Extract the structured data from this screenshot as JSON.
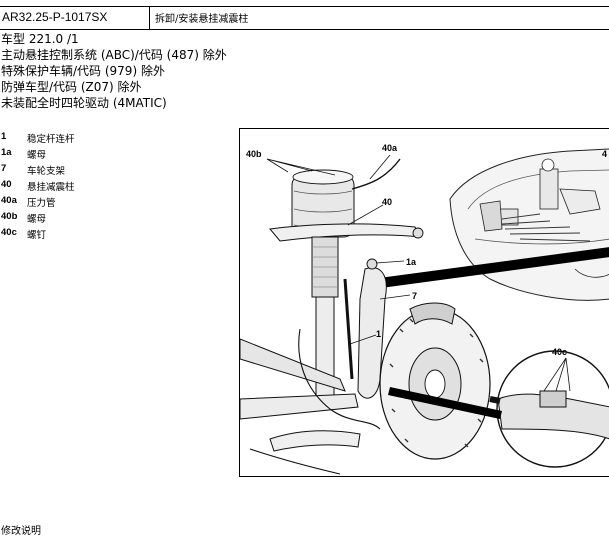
{
  "header": {
    "doc_code": "AR32.25-P-1017SX",
    "title": "拆卸/安装悬挂减震柱"
  },
  "applicability": [
    "车型  221.0 /1",
    "主动悬挂控制系统 (ABC)/代码 (487) 除外",
    "特殊保护车辆/代码 (979) 除外",
    "防弹车型/代码 (Z07) 除外",
    "未装配全时四轮驱动 (4MATIC)"
  ],
  "legend": [
    {
      "num": "1",
      "label": "稳定杆连杆"
    },
    {
      "num": "1a",
      "label": "螺母"
    },
    {
      "num": "7",
      "label": "车轮支架"
    },
    {
      "num": "40",
      "label": "悬挂减震柱"
    },
    {
      "num": "40a",
      "label": "压力管"
    },
    {
      "num": "40b",
      "label": "螺母"
    },
    {
      "num": "40c",
      "label": "螺钉"
    }
  ],
  "figure": {
    "callouts": {
      "c40b": "40b",
      "c40a": "40a",
      "c40": "40",
      "c1a": "1a",
      "c7": "7",
      "c1": "1",
      "c40c": "40c",
      "c4": "4"
    }
  },
  "footer_fragment": "修改说明"
}
